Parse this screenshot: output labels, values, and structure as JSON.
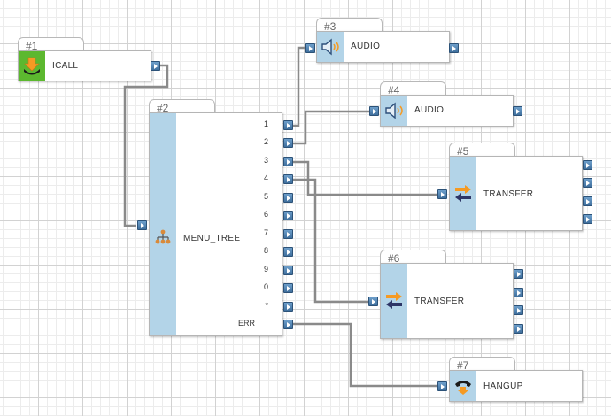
{
  "nodes": [
    {
      "id": "#1",
      "label": "ICALL",
      "icon": "incoming-call-icon"
    },
    {
      "id": "#2",
      "label": "MENU_TREE",
      "icon": "tree-hierarchy-icon",
      "outputs": [
        "1",
        "2",
        "3",
        "4",
        "5",
        "6",
        "7",
        "8",
        "9",
        "0",
        "*",
        "ERR"
      ]
    },
    {
      "id": "#3",
      "label": "AUDIO",
      "icon": "speaker-icon"
    },
    {
      "id": "#4",
      "label": "AUDIO",
      "icon": "speaker-icon"
    },
    {
      "id": "#5",
      "label": "TRANSFER",
      "icon": "transfer-arrows-icon"
    },
    {
      "id": "#6",
      "label": "TRANSFER",
      "icon": "transfer-arrows-icon"
    },
    {
      "id": "#7",
      "label": "HANGUP",
      "icon": "hangup-phone-icon"
    }
  ],
  "connections": [
    {
      "from": "#1",
      "to": "#2"
    },
    {
      "from": "#2:1",
      "to": "#3"
    },
    {
      "from": "#2:2",
      "to": "#4"
    },
    {
      "from": "#2:3",
      "to": "#5"
    },
    {
      "from": "#2:4",
      "to": "#6"
    },
    {
      "from": "#2:ERR",
      "to": "#7"
    }
  ],
  "colors": {
    "strip": "#b3d4e8",
    "start_strip": "#5cb82f",
    "port": "#4a7aa8",
    "wire": "#8a8a8a"
  }
}
